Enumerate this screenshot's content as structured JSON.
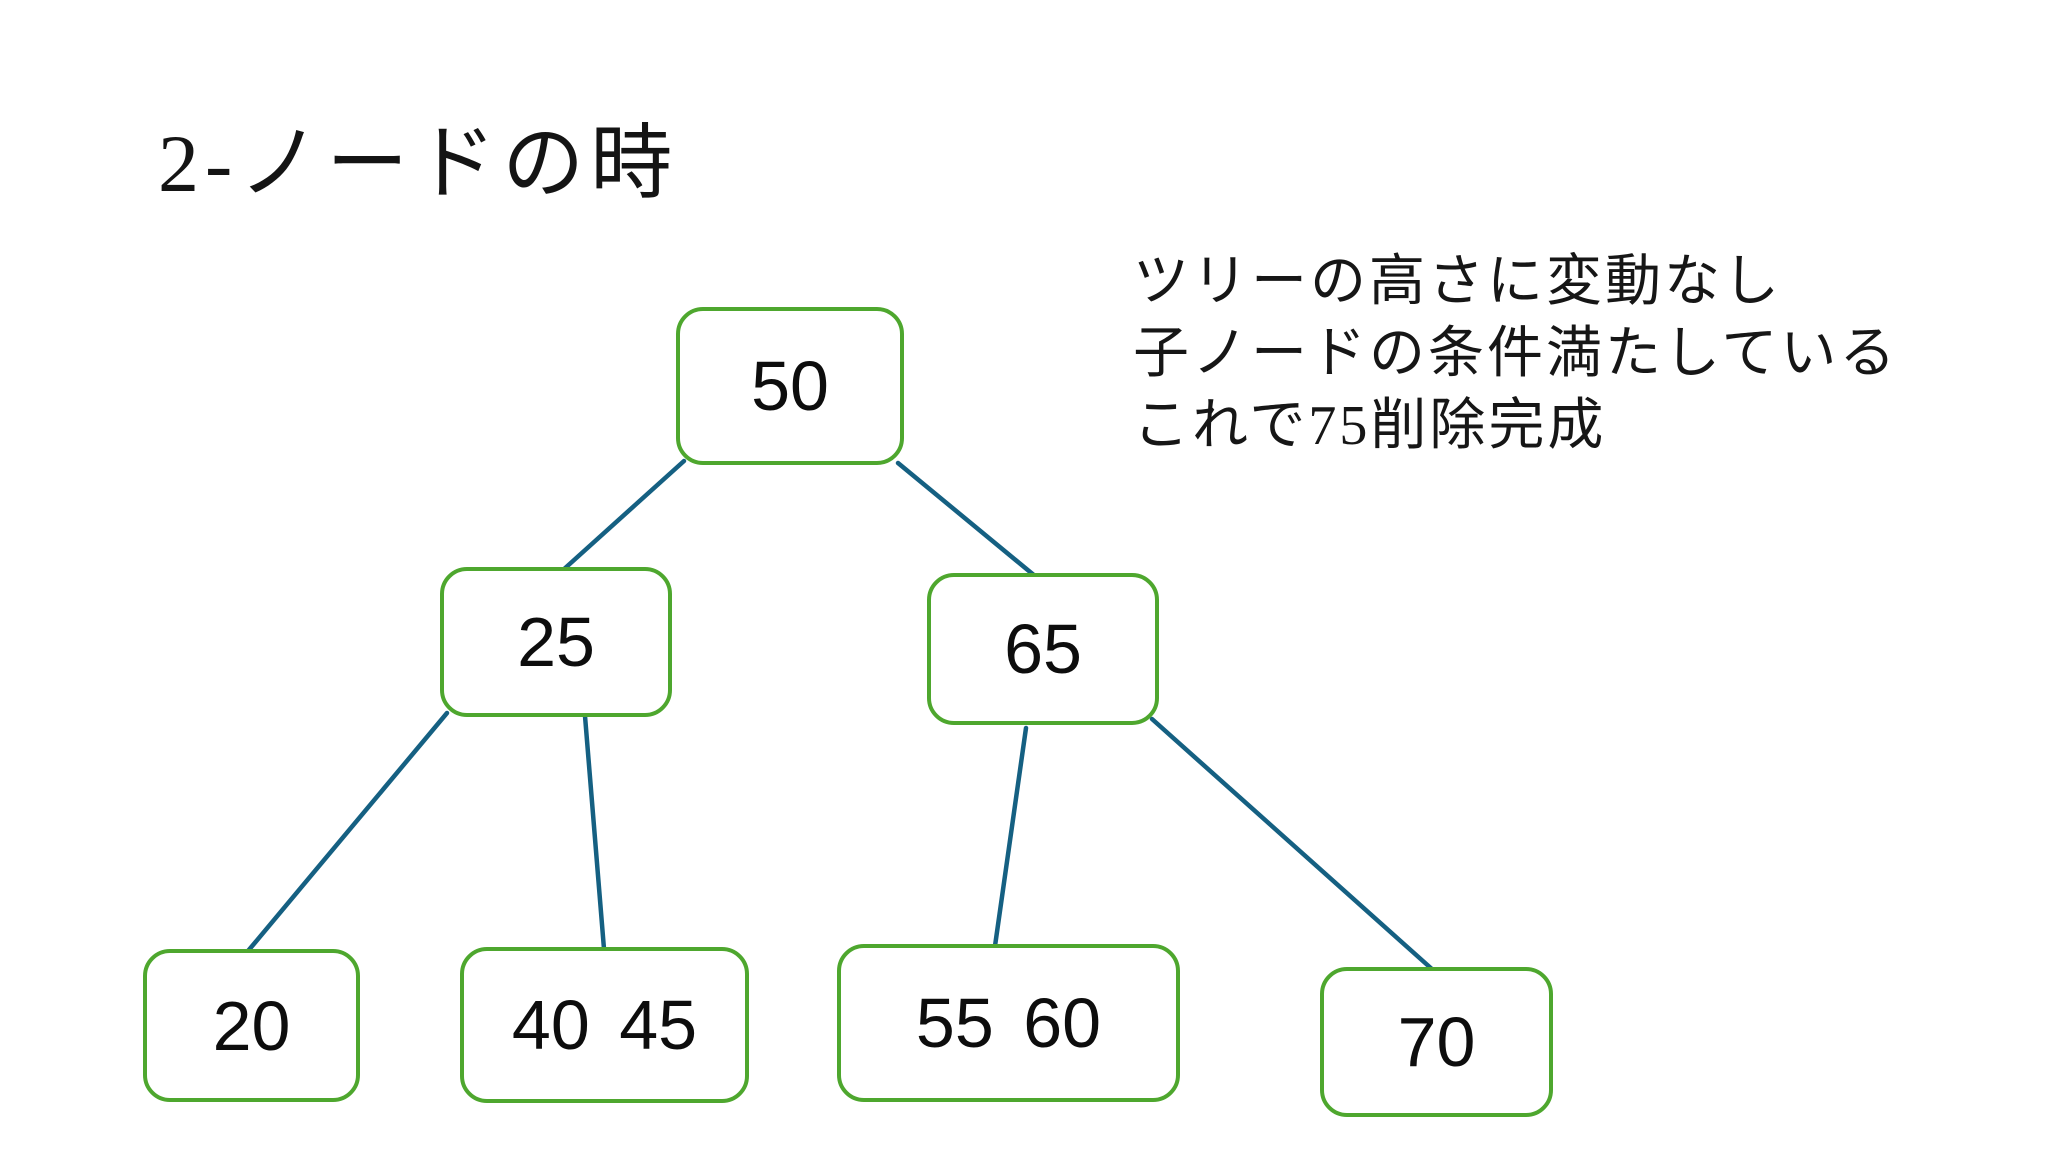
{
  "slide": {
    "title": "2-ノードの時",
    "background": "#ffffff"
  },
  "annotation": {
    "lines": [
      "ツリーの高さに変動なし",
      "子ノードの条件満たしている",
      "これで75削除完成"
    ]
  },
  "colors": {
    "node-border": "#4EA72E",
    "edge": "#156082",
    "ink": "#111111",
    "bg": "#ffffff"
  },
  "tree": {
    "type": "2-3 tree",
    "nodes": [
      {
        "id": "root",
        "label": "50",
        "level": 0
      },
      {
        "id": "left",
        "label": "25",
        "level": 1
      },
      {
        "id": "right",
        "label": "65",
        "level": 1
      },
      {
        "id": "leaf-1",
        "label": "20",
        "level": 2
      },
      {
        "id": "leaf-2",
        "label": "40 45",
        "level": 2
      },
      {
        "id": "leaf-3",
        "label": "55 60",
        "level": 2
      },
      {
        "id": "leaf-4",
        "label": "70",
        "level": 2
      }
    ],
    "edges": [
      {
        "from": "50",
        "to": "25"
      },
      {
        "from": "50",
        "to": "65"
      },
      {
        "from": "25",
        "to": "20"
      },
      {
        "from": "25",
        "to": "40 45"
      },
      {
        "from": "65",
        "to": "55 60"
      },
      {
        "from": "65",
        "to": "70"
      }
    ]
  }
}
